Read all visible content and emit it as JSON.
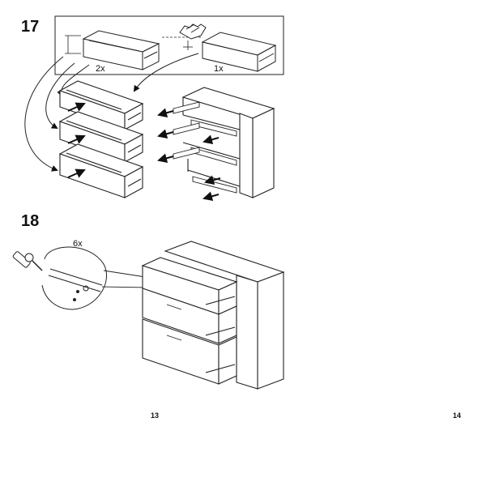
{
  "steps": {
    "step17": {
      "number": "17",
      "qty_left": "2x",
      "qty_right": "1x"
    },
    "step18": {
      "number": "18",
      "qty_screws": "6x"
    }
  },
  "pages": {
    "left": "13",
    "right": "14"
  }
}
